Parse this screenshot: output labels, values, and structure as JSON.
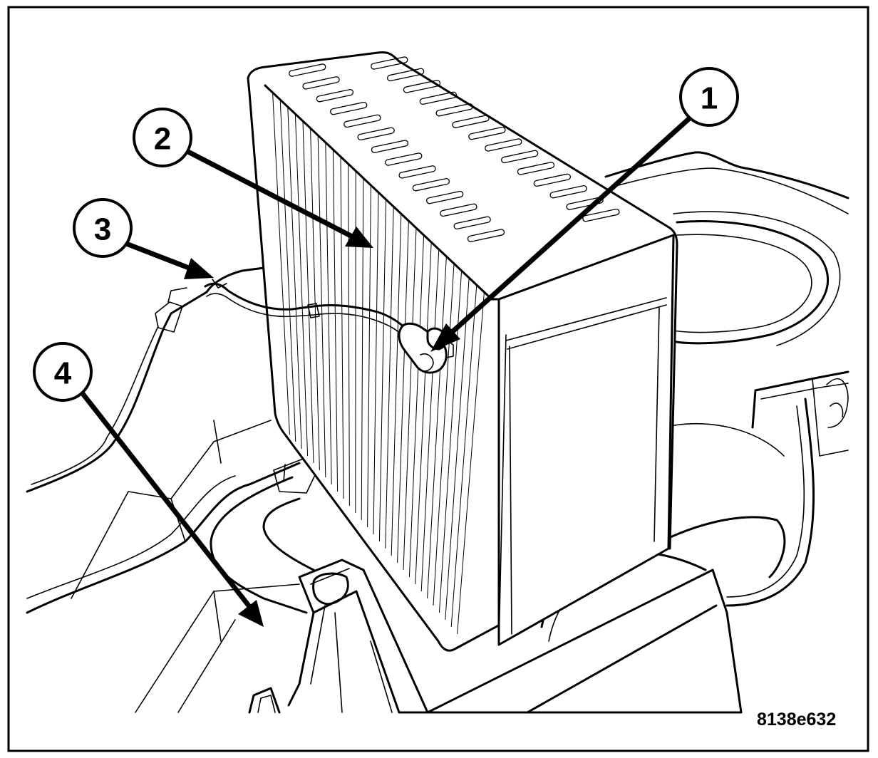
{
  "figure": {
    "id_label": "8138e632",
    "frame_color": "#000000",
    "background": "#ffffff"
  },
  "callouts": [
    {
      "number": "1"
    },
    {
      "number": "2"
    },
    {
      "number": "3"
    },
    {
      "number": "4"
    }
  ]
}
